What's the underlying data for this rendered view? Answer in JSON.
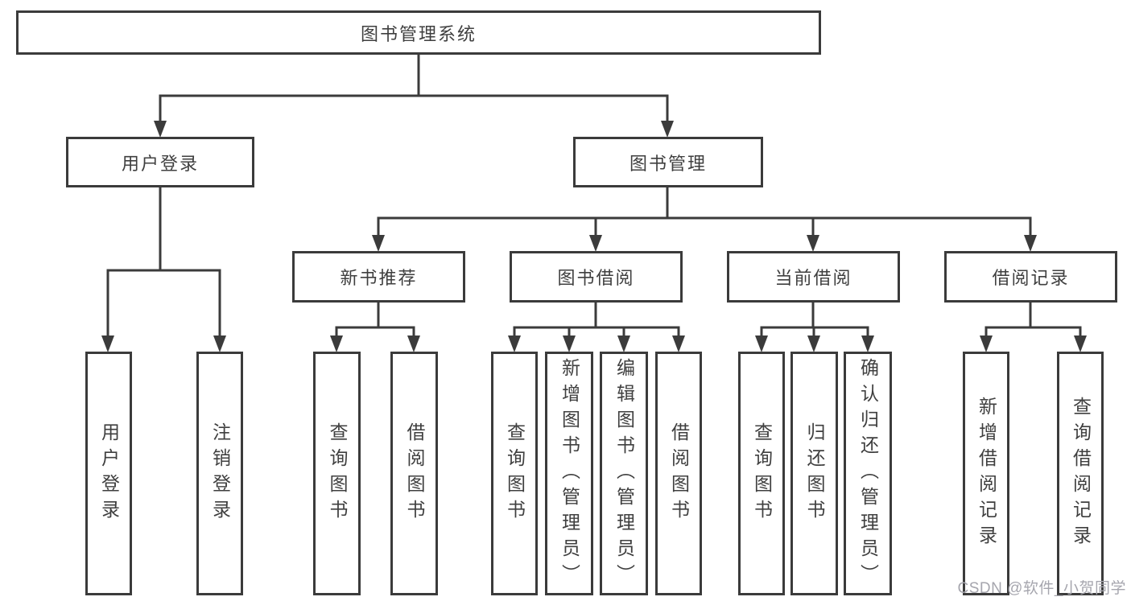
{
  "diagram": {
    "root": {
      "label": "图书管理系统"
    },
    "level1": [
      {
        "label": "用户登录"
      },
      {
        "label": "图书管理"
      }
    ],
    "user_login_children": [
      {
        "label": "用户登录"
      },
      {
        "label": "注销登录"
      }
    ],
    "level2": [
      {
        "label": "新书推荐"
      },
      {
        "label": "图书借阅"
      },
      {
        "label": "当前借阅"
      },
      {
        "label": "借阅记录"
      }
    ],
    "recommend_children": [
      {
        "label": "查询图书"
      },
      {
        "label": "借阅图书"
      }
    ],
    "borrow_children": [
      {
        "label": "查询图书"
      },
      {
        "label": "新增图书（管理员）"
      },
      {
        "label": "编辑图书（管理员）"
      },
      {
        "label": "借阅图书"
      }
    ],
    "current_children": [
      {
        "label": "查询图书"
      },
      {
        "label": "归还图书"
      },
      {
        "label": "确认归还（管理员）"
      }
    ],
    "records_children": [
      {
        "label": "新增借阅记录"
      },
      {
        "label": "查询借阅记录"
      }
    ]
  },
  "watermark": {
    "text": "CSDN @软件_小贺同学"
  },
  "colors": {
    "line": "#3b3b3b",
    "text": "#3f3f3f",
    "watermark": "#a6a6ae",
    "background": "#ffffff"
  }
}
